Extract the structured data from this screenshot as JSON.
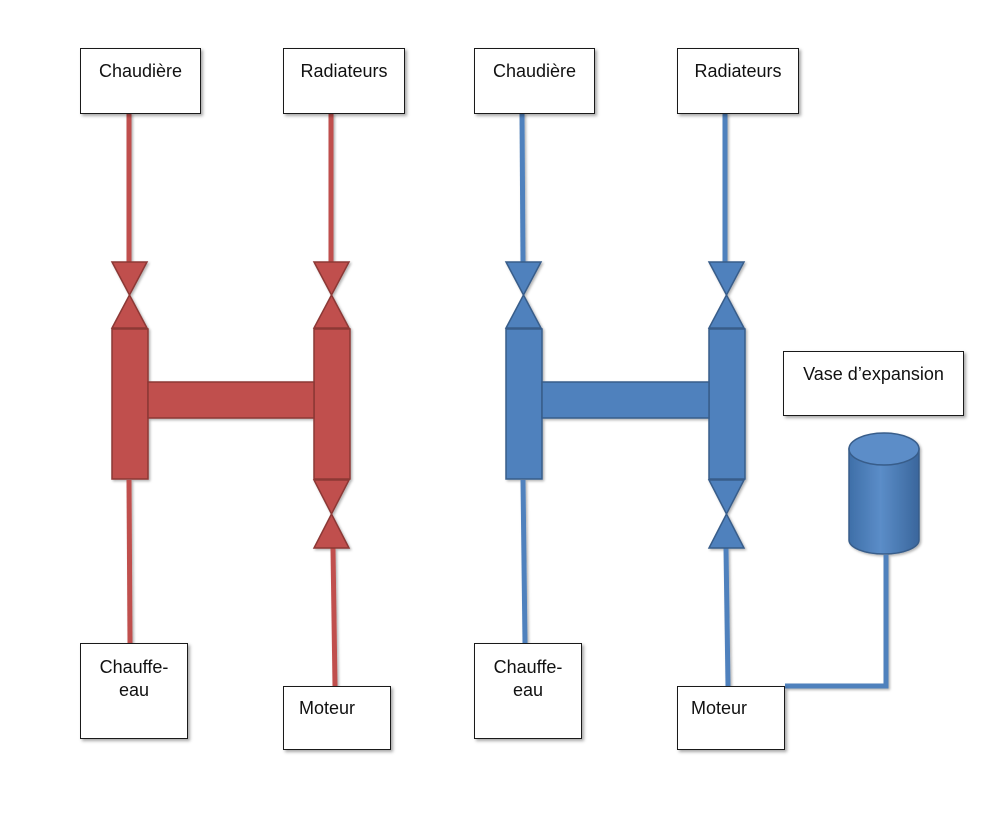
{
  "colors": {
    "hot": "#c0504d",
    "hot_stroke": "#8c3836",
    "cold": "#4f81bd",
    "cold_stroke": "#385d8a",
    "box_border": "#1a1a1a"
  },
  "labels": {
    "boiler_hot": "Chaudière",
    "radiators_hot": "Radiateurs",
    "boiler_cold": "Chaudière",
    "radiators_cold": "Radiateurs",
    "water_heater_hot": "Chauffe-\neau",
    "motor_hot": "Moteur",
    "water_heater_cold": "Chauffe-\neau",
    "motor_cold": "Moteur",
    "expansion_vessel": "Vase d’expansion"
  }
}
